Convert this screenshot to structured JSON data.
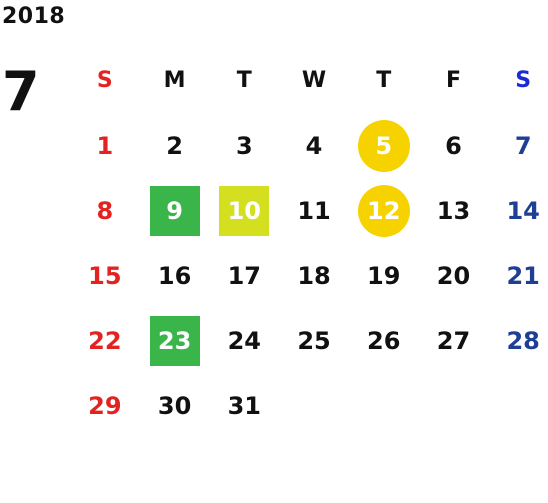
{
  "calendar": {
    "year": "2018",
    "month": "7",
    "weekdays": [
      "S",
      "M",
      "T",
      "W",
      "T",
      "F",
      "S"
    ],
    "weeks": [
      [
        "1",
        "2",
        "3",
        "4",
        "5",
        "6",
        "7"
      ],
      [
        "8",
        "9",
        "10",
        "11",
        "12",
        "13",
        "14"
      ],
      [
        "15",
        "16",
        "17",
        "18",
        "19",
        "20",
        "21"
      ],
      [
        "22",
        "23",
        "24",
        "25",
        "26",
        "27",
        "28"
      ],
      [
        "29",
        "30",
        "31",
        "",
        "",
        "",
        ""
      ]
    ],
    "colors": {
      "sunday": "#e32222",
      "saturday": "#1e3f94",
      "highlight_circle": "#f6d200",
      "highlight_green": "#3ab54a",
      "highlight_lime": "#d4df20"
    }
  }
}
